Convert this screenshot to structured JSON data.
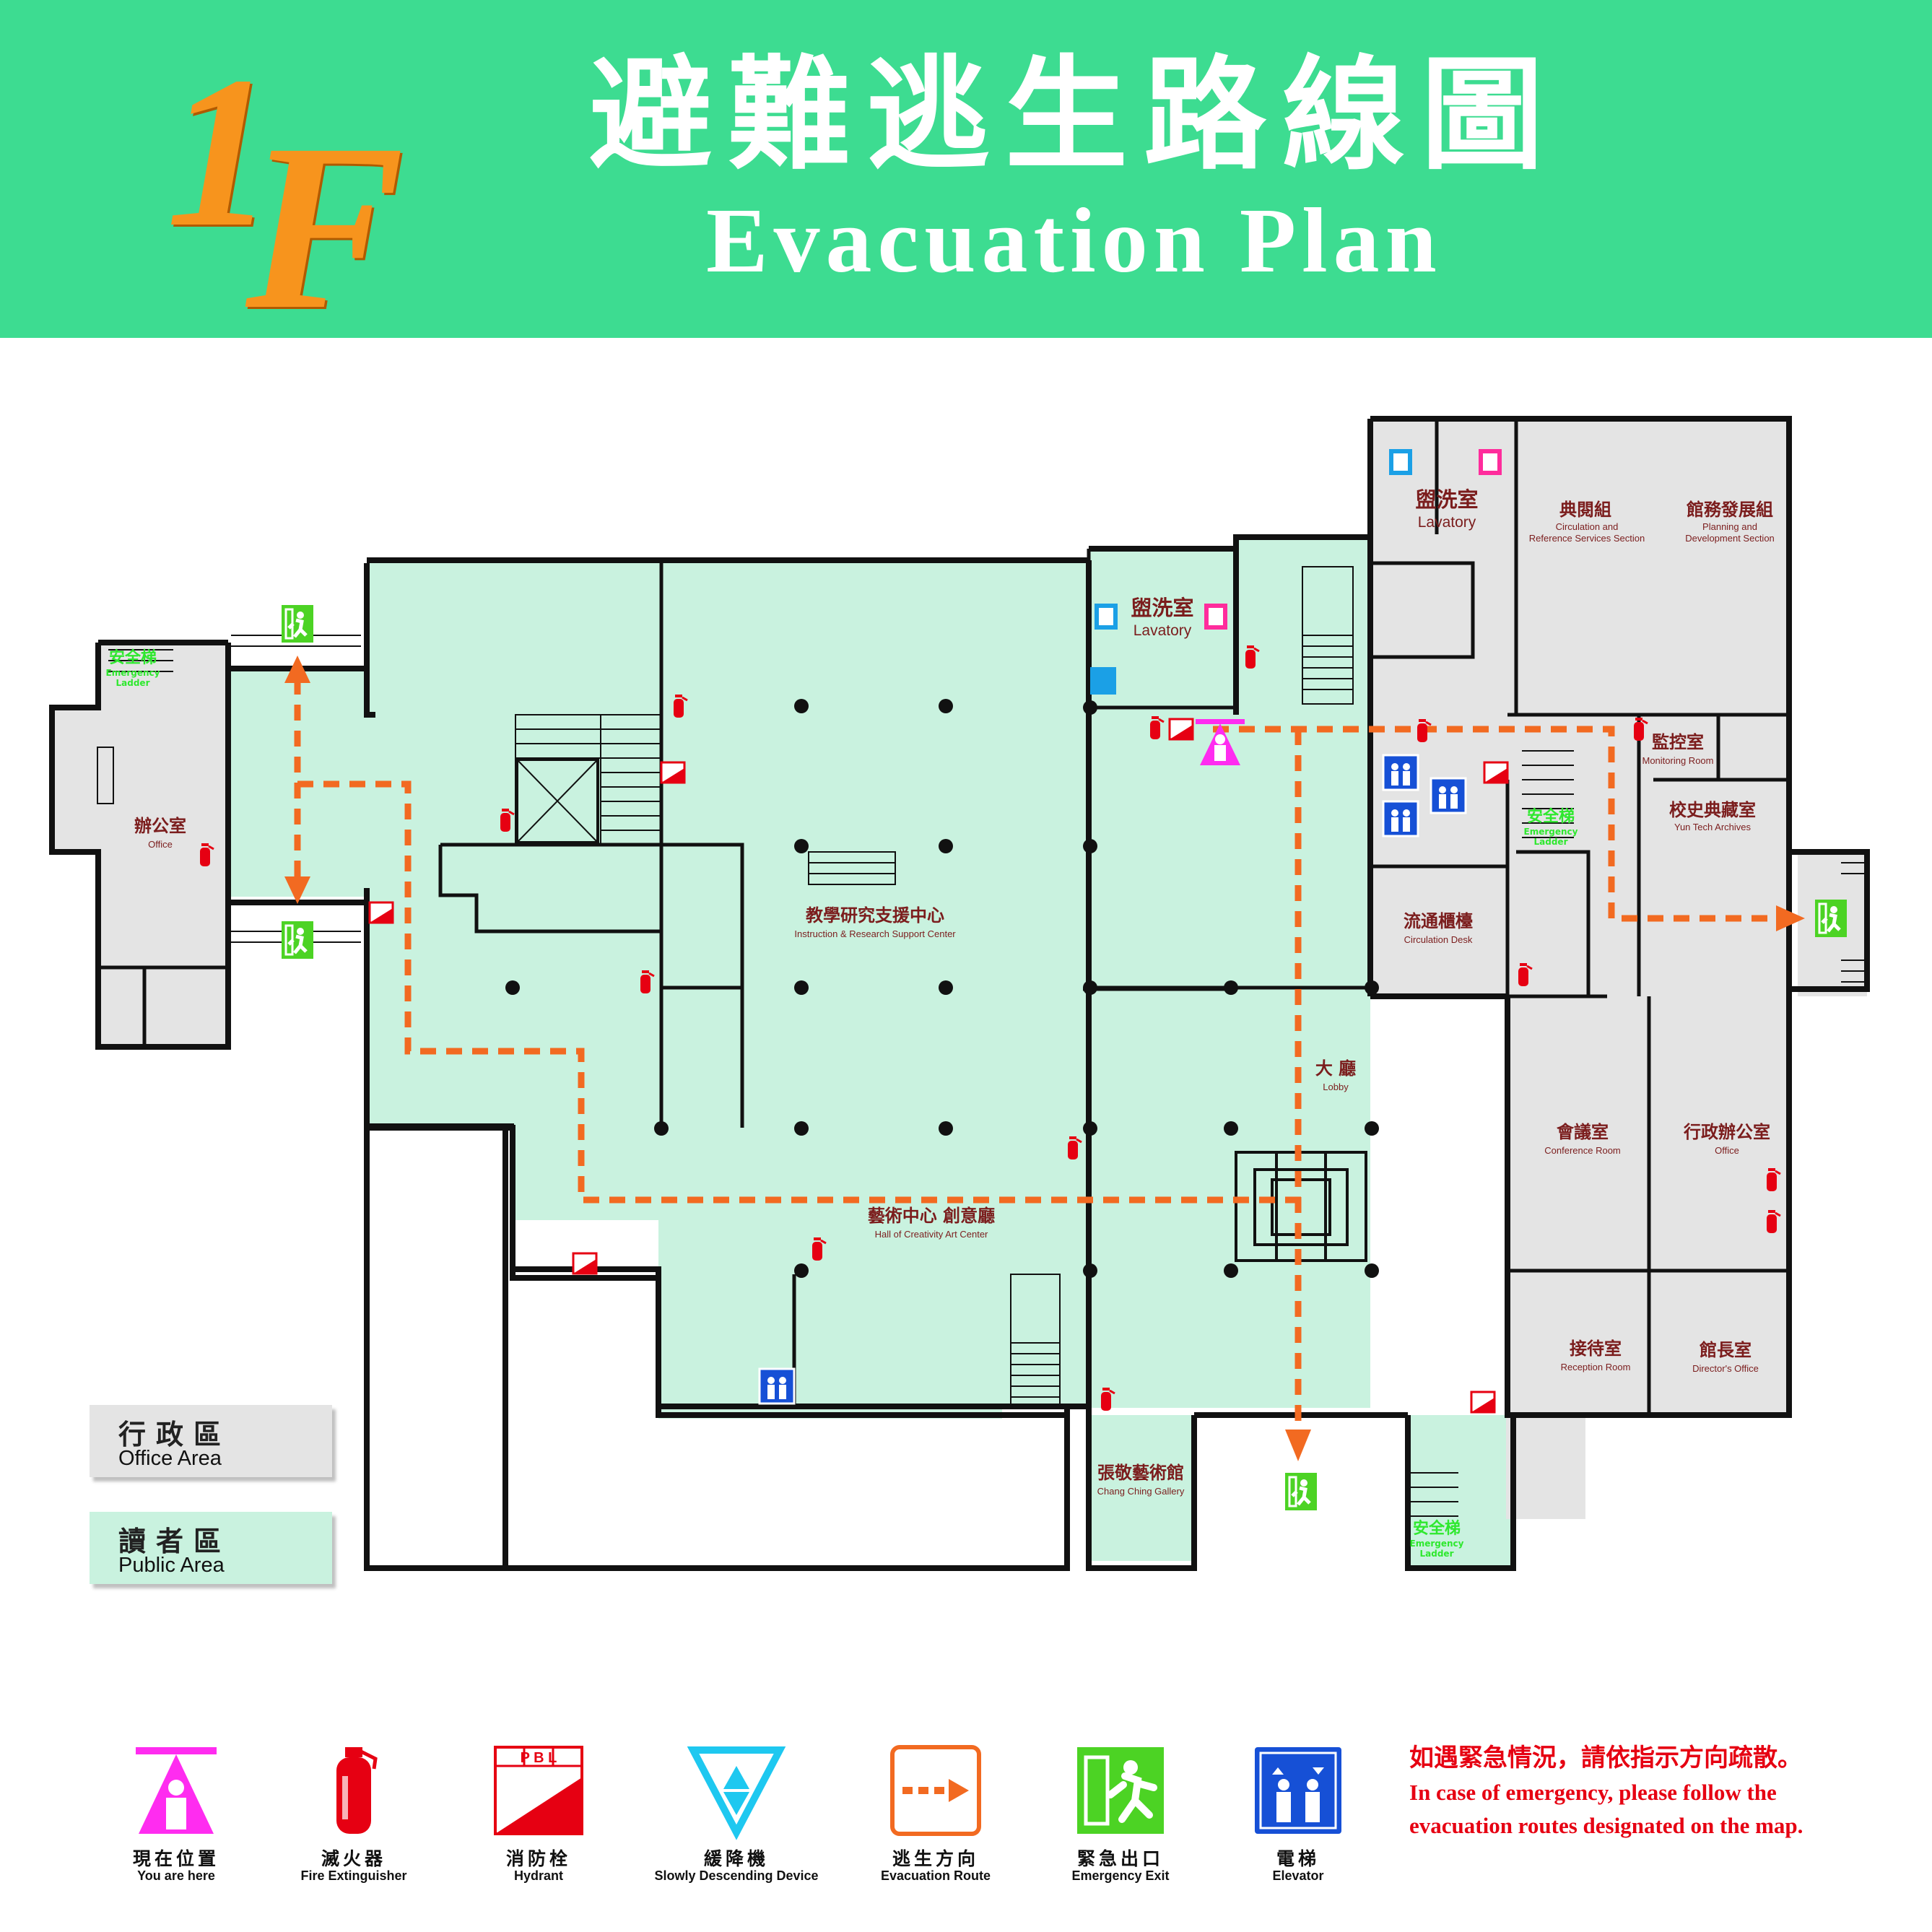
{
  "header": {
    "floor_number": "1",
    "floor_letter": "F",
    "title_zh": "避難逃生路線圖",
    "title_en": "Evacuation Plan"
  },
  "colors": {
    "header_bg": "#3ddc91",
    "public_area": "#c9f2df",
    "office_area": "#e4e4e4",
    "route": "#f26a21",
    "exit": "#4cd324",
    "room_label": "#7b1d1d",
    "notice": "#e60012"
  },
  "rooms": {
    "lavatory_zh": "盥洗室",
    "lavatory_en": "Lavatory",
    "circulation_zh": "典閱組",
    "circulation_en1": "Circulation and",
    "circulation_en2": "Reference Services Section",
    "planning_zh": "館務發展組",
    "planning_en1": "Planning and",
    "planning_en2": "Development Section",
    "monitoring_zh": "監控室",
    "monitoring_en": "Monitoring Room",
    "archives_zh": "校史典藏室",
    "archives_en": "Yun Tech Archives",
    "circ_desk_zh": "流通櫃檯",
    "circ_desk_en": "Circulation Desk",
    "office_zh": "辦公室",
    "office_en": "Office",
    "irsc_zh": "教學研究支援中心",
    "irsc_en": "Instruction & Research Support Center",
    "hall_zh": "藝術中心 創意廳",
    "hall_en": "Hall of Creativity Art Center",
    "lobby_zh": "大 廳",
    "lobby_en": "Lobby",
    "conference_zh": "會議室",
    "conference_en": "Conference Room",
    "admin_office_zh": "行政辦公室",
    "admin_office_en": "Office",
    "reception_zh": "接待室",
    "reception_en": "Reception Room",
    "director_zh": "館長室",
    "director_en": "Director's Office",
    "gallery_zh": "張敬藝術館",
    "gallery_en": "Chang Ching Gallery",
    "emergency_ladder_zh": "安全梯",
    "emergency_ladder_en1": "Emergency",
    "emergency_ladder_en2": "Ladder"
  },
  "areas": [
    {
      "zh": "行政區",
      "en": "Office Area",
      "color": "#e4e4e4"
    },
    {
      "zh": "讀者區",
      "en": "Public Area",
      "color": "#c9f2df"
    }
  ],
  "legend": [
    {
      "icon": "you-are-here-icon",
      "zh": "現在位置",
      "en": "You are here"
    },
    {
      "icon": "fire-extinguisher-icon",
      "zh": "滅火器",
      "en": "Fire Extinguisher"
    },
    {
      "icon": "hydrant-icon",
      "zh": "消防栓",
      "en": "Hydrant",
      "mark": "P B L"
    },
    {
      "icon": "descending-device-icon",
      "zh": "緩降機",
      "en": "Slowly Descending Device"
    },
    {
      "icon": "evacuation-route-icon",
      "zh": "逃生方向",
      "en": "Evacuation Route"
    },
    {
      "icon": "emergency-exit-icon",
      "zh": "緊急出口",
      "en": "Emergency Exit"
    },
    {
      "icon": "elevator-icon",
      "zh": "電梯",
      "en": "Elevator"
    }
  ],
  "notice": {
    "zh": "如遇緊急情況，請依指示方向疏散。",
    "en1": "In case of emergency, please follow the",
    "en2": "evacuation routes designated on the map."
  }
}
